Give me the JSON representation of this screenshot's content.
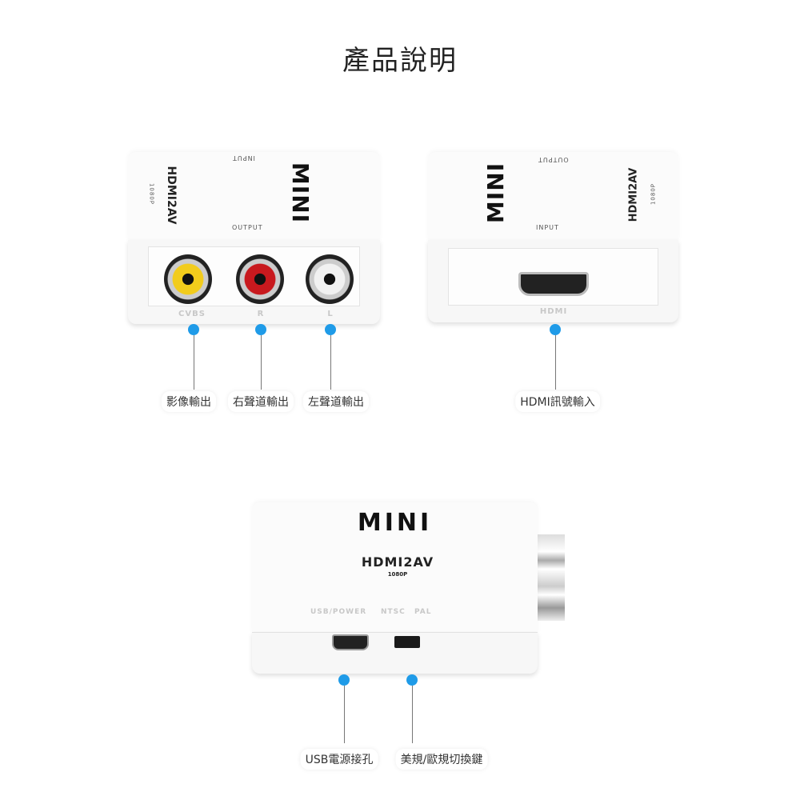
{
  "title": "產品說明",
  "device_output_view": {
    "input_mark": "INPUT",
    "brand": "HDMI2AV",
    "resolution": "1080P",
    "logo": "MINI",
    "output_mark": "OUTPUT",
    "jacks": [
      {
        "label": "CVBS",
        "color": "#f2cc1c"
      },
      {
        "label": "R",
        "color": "#c8191e"
      },
      {
        "label": "L",
        "color": "#f1f1f1"
      }
    ]
  },
  "device_input_view": {
    "output_mark": "OUTPUT",
    "logo": "MINI",
    "brand": "HDMI2AV",
    "resolution": "1080P",
    "input_mark": "INPUT",
    "port_label": "HDMI"
  },
  "device_side_view": {
    "logo": "MINI",
    "brand": "HDMI2AV",
    "resolution": "1080P",
    "usb_mark": "USB/POWER",
    "ntsc_mark": "NTSC",
    "pal_mark": "PAL"
  },
  "callouts": {
    "video_out": "影像輸出",
    "right_out": "右聲道輸出",
    "left_out": "左聲道輸出",
    "hdmi_in": "HDMI訊號輸入",
    "usb_power": "USB電源接孔",
    "switch": "美規/歐規切換鍵"
  },
  "accent": "#1f9be8"
}
